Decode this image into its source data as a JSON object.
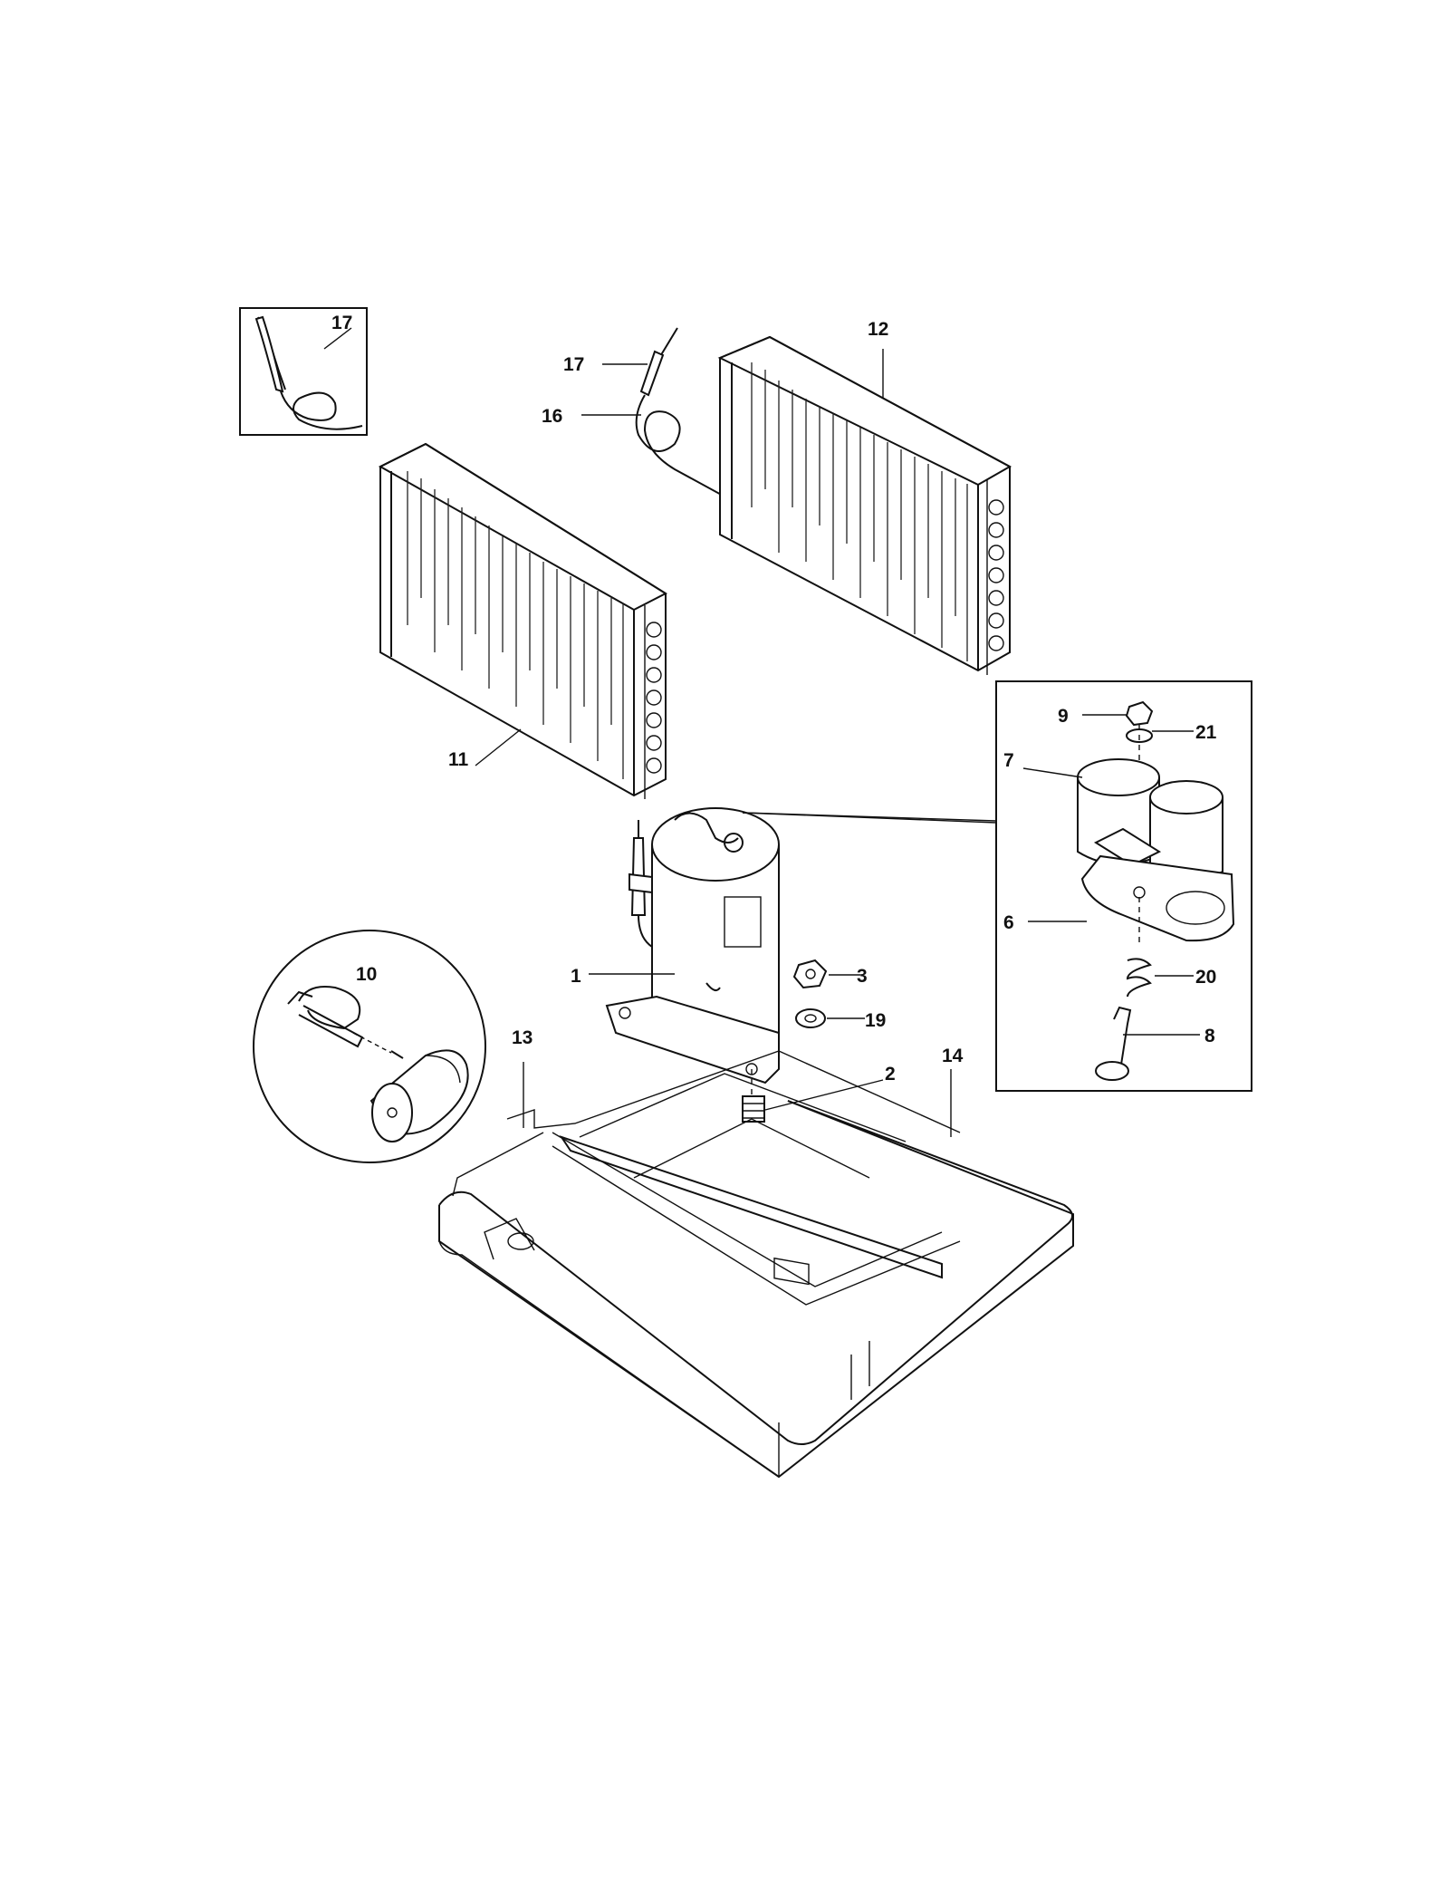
{
  "callouts": {
    "c1": "1",
    "c2": "2",
    "c3": "3",
    "c6": "6",
    "c7": "7",
    "c8": "8",
    "c9": "9",
    "c10": "10",
    "c11": "11",
    "c12": "12",
    "c13": "13",
    "c14": "14",
    "c16": "16",
    "c17_inset": "17",
    "c17": "17",
    "c19": "19",
    "c20": "20",
    "c21": "21"
  },
  "colors": {
    "line": "#111111",
    "background": "#ffffff"
  }
}
